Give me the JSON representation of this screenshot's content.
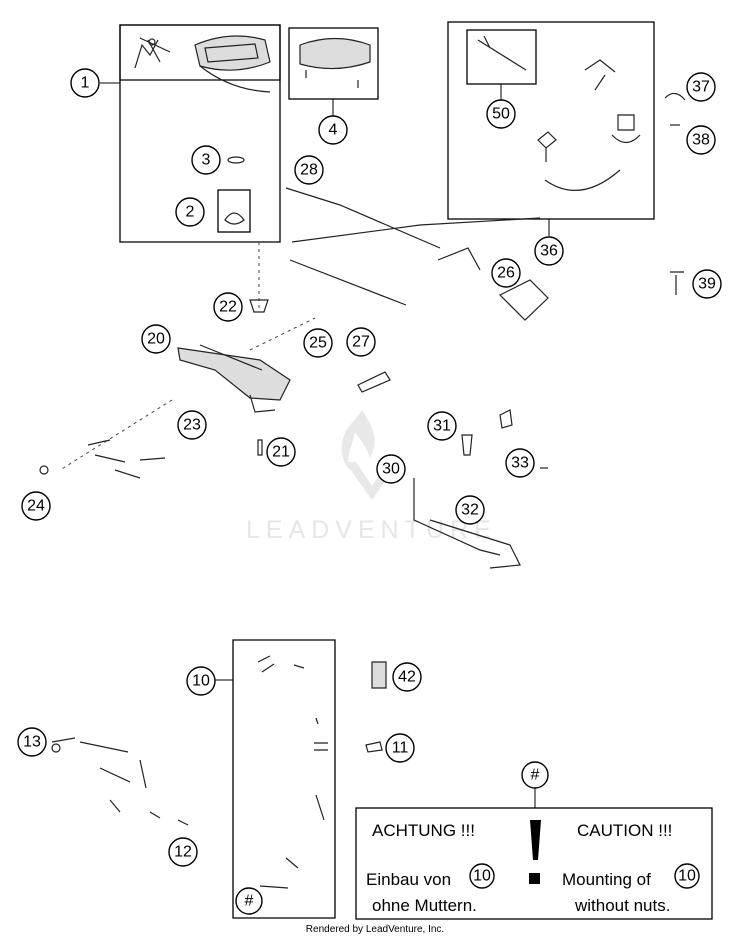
{
  "callouts": {
    "c1": "1",
    "c2": "2",
    "c3": "3",
    "c4": "4",
    "c10": "10",
    "c11": "11",
    "c12": "12",
    "c13": "13",
    "c20": "20",
    "c21": "21",
    "c22": "22",
    "c23": "23",
    "c24": "24",
    "c25": "25",
    "c26": "26",
    "c27": "27",
    "c28": "28",
    "c30": "30",
    "c31": "31",
    "c32": "32",
    "c33": "33",
    "c36": "36",
    "c37": "37",
    "c38": "38",
    "c39": "39",
    "c42": "42",
    "c50": "50",
    "hash_top": "#",
    "hash_box": "#"
  },
  "note": {
    "german_heading": "ACHTUNG !!!",
    "german_line1": "Einbau von",
    "german_ref": "10",
    "german_line2": "ohne Muttern.",
    "english_heading": "CAUTION !!!",
    "english_line1": "Mounting of",
    "english_ref": "10",
    "english_line2": "without nuts."
  },
  "watermark": "LEADVENTURE",
  "footer": "Rendered by LeadVenture, Inc."
}
